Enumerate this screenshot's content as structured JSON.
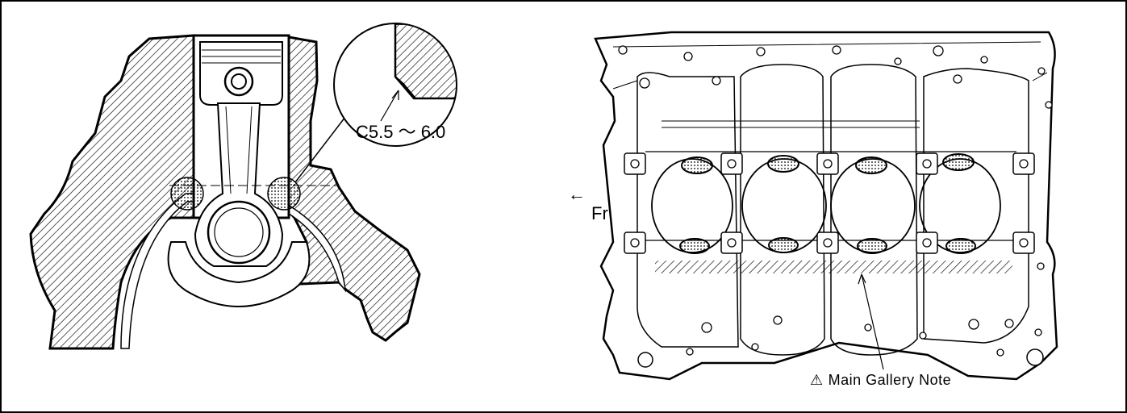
{
  "diagram": {
    "chamfer_label": "C5.5 ～ 6.0",
    "front_arrow": "←",
    "front_label": "Fr",
    "note_icon": "⚠",
    "note_label": "Main  Gallery  Note",
    "colors": {
      "line": "#000000",
      "background": "#ffffff",
      "hatch": "#000000"
    }
  }
}
